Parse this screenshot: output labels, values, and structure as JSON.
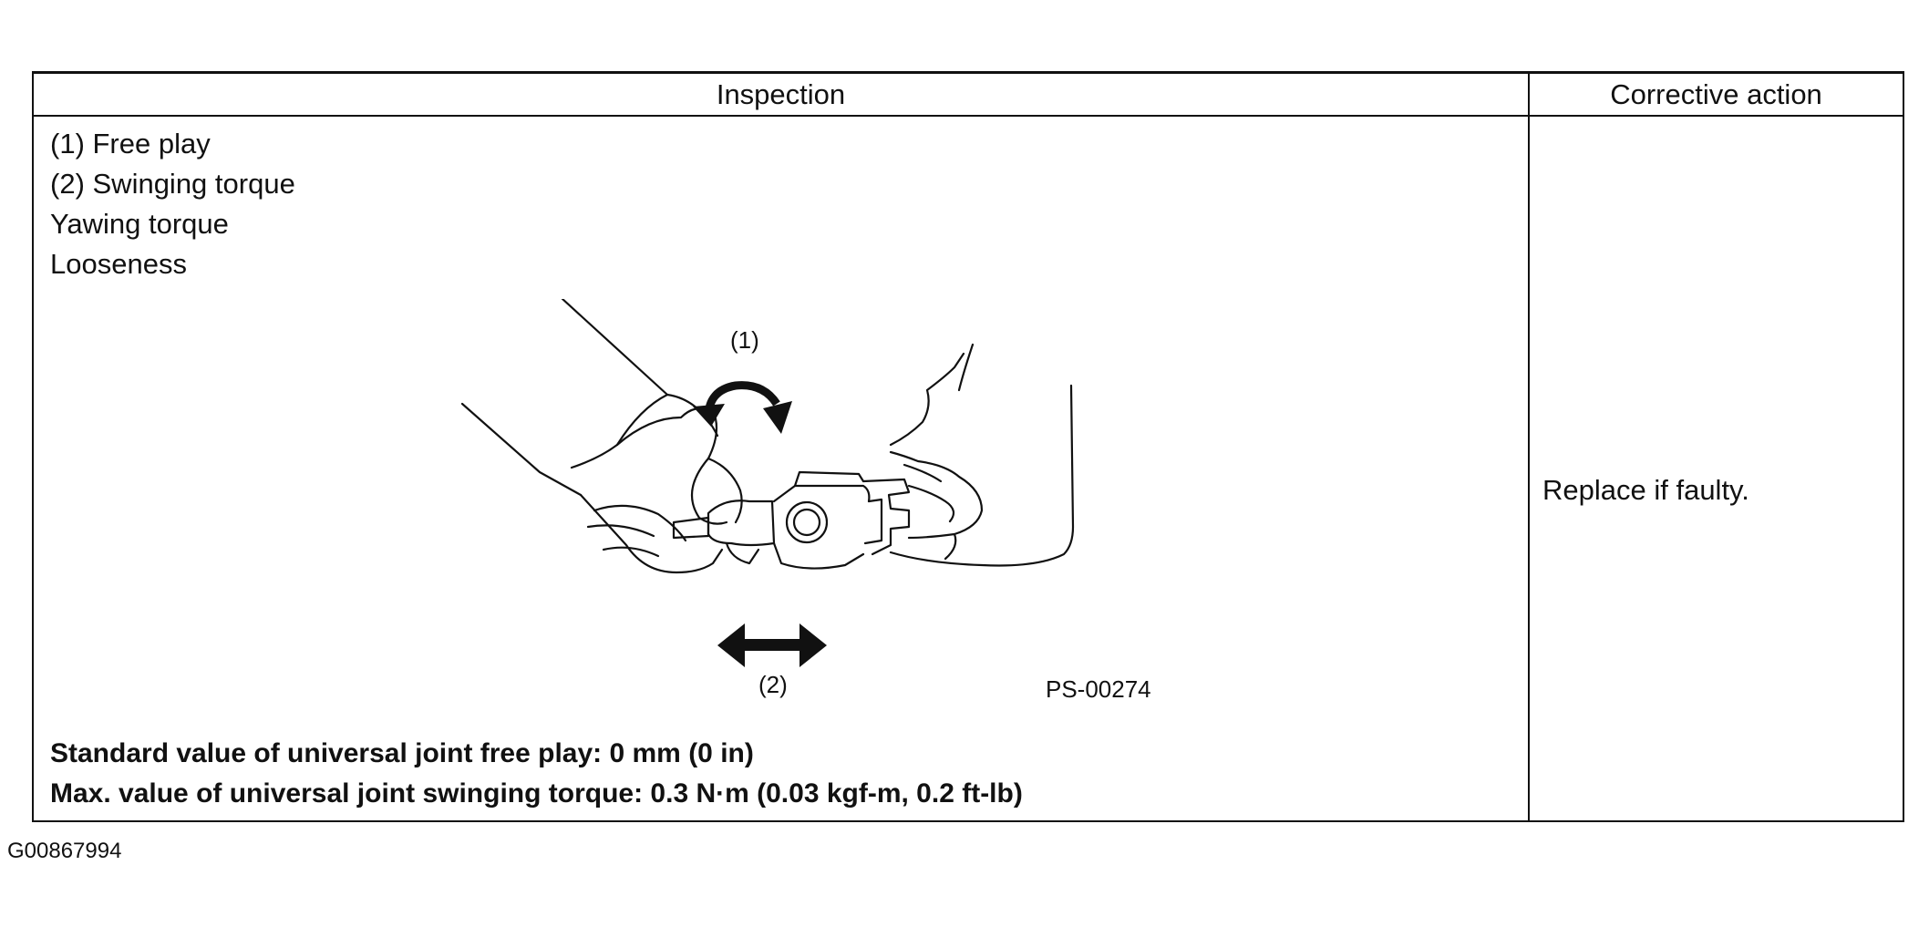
{
  "table": {
    "header": {
      "inspection": "Inspection",
      "corrective_action": "Corrective action"
    },
    "inspection_items": [
      "(1) Free play",
      "(2) Swinging torque",
      "Yawing torque",
      "Looseness"
    ],
    "figure": {
      "label_1": "(1)",
      "label_2": "(2)",
      "code": "PS-00274"
    },
    "spec_values": [
      "Standard value of universal joint free play: 0 mm (0 in)",
      "Max. value of universal joint swinging torque: 0.3 N·m (0.03 kgf-m, 0.2 ft-lb)"
    ],
    "corrective_action_text": "Replace if faulty."
  },
  "document_id": "G00867994"
}
